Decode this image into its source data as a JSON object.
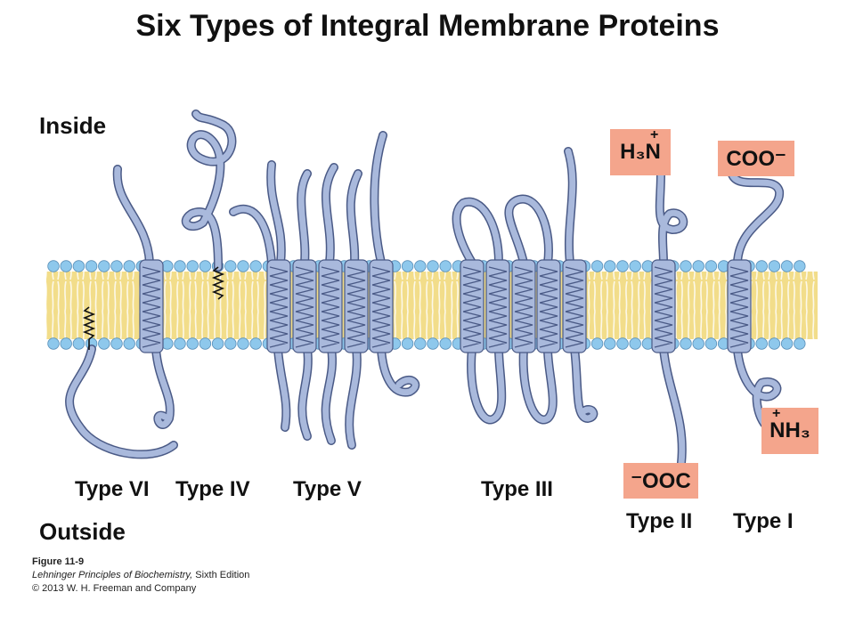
{
  "title": "Six Types of Integral Membrane Proteins",
  "labels": {
    "inside": "Inside",
    "outside": "Outside"
  },
  "types": {
    "type_vi": "Type VI",
    "type_iv": "Type IV",
    "type_v": "Type V",
    "type_iii": "Type III",
    "type_ii": "Type II",
    "type_i": "Type I"
  },
  "termini": {
    "type_ii_inside": "H₃N",
    "type_ii_inside_charge": "+",
    "type_ii_outside": "⁻OOC",
    "type_i_inside": "COO⁻",
    "type_i_outside": "NH₃",
    "type_i_outside_charge": "+"
  },
  "caption": {
    "figure": "Figure 11-9",
    "book": "Lehninger Principles of Biochemistry,",
    "edition": " Sixth Edition",
    "copyright": "© 2013 W. H. Freeman and Company"
  },
  "colors": {
    "membrane": "#f2dd8a",
    "lipid_head": "#8ec8ec",
    "protein": "#a9b9dc",
    "protein_outline": "#4a5a86",
    "terminus_box": "#f4a58c"
  }
}
